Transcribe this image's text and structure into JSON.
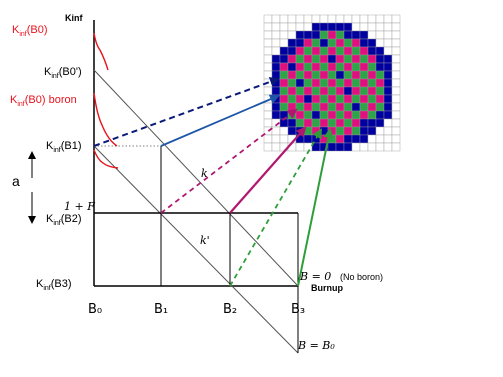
{
  "axis": {
    "y_title": "Kinf",
    "x_title": "Burnup"
  },
  "y_labels": {
    "b0": "K<sub>inf</sub>(B0)",
    "b0p": "K<sub>inf</sub>(B0')",
    "b0boron": "K<sub>inf</sub>(B0) boron",
    "b1": "K<sub>inf</sub>(B1)",
    "one_plus_f": "1 + F",
    "b2": "K<sub>inf</sub>(B2)",
    "b3": "K<sub>inf</sub>(B3)"
  },
  "x_ticks": [
    "B₀",
    "B₁",
    "B₂",
    "B₃"
  ],
  "line_labels": {
    "k": "k",
    "k_prime": "k'",
    "b_eq_0": "B = 0",
    "no_boron": "(No boron)",
    "b_eq_b0": "B = B₀"
  },
  "side_label": "a",
  "colors": {
    "red": "#e8141e",
    "navy": "#0b1a7a",
    "blue": "#1d55a8",
    "magenta": "#b0186f",
    "green": "#2f9e3a",
    "core_blue": "#0000a0",
    "core_pink": "#e0107f",
    "core_green": "#2fa34a"
  }
}
